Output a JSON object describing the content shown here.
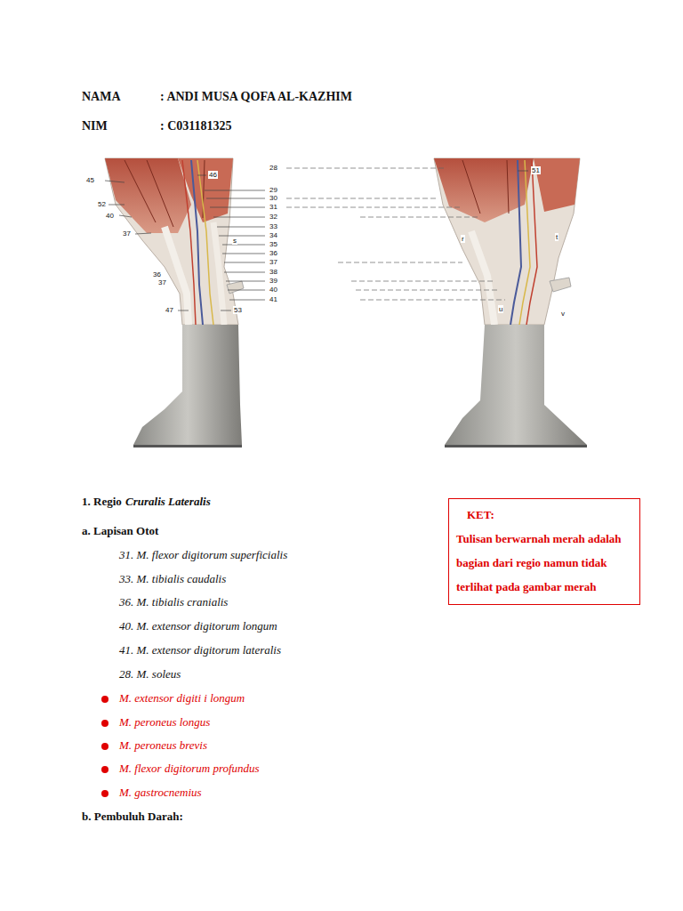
{
  "diagram": {
    "nodes": [
      {
        "text": [
          "KET:",
          "Tulisan berwarnah merah adalah bagian dari regio namun tidak terlihat pada gambar merah"
        ]
      }
    ],
    "labels": [
      "NAMA",
      ": ANDI MUSA QOFA AL-KAZHIM",
      "NIM",
      ": C031181325",
      "46",
      "45",
      "52",
      "40",
      "37",
      "s",
      "36",
      "37",
      "47",
      "53",
      "28",
      "29",
      "30",
      "31",
      "32",
      "33",
      "34",
      "35",
      "36",
      "37",
      "38",
      "39",
      "40",
      "41",
      "51",
      "r",
      "t",
      "u",
      "v",
      "1. Regio",
      "Cruralis Lateralis",
      "a. Lapisan Otot",
      "31. M. flexor digitorum superficialis",
      "33. M. tibialis caudalis",
      "36. M. tibialis cranialis",
      "40. M. extensor digitorum longum",
      "41. M. extensor digitorum lateralis",
      "28. M. soleus",
      "M. extensor digiti i longum",
      "M. peroneus longus",
      "M. peroneus brevis",
      "M. flexor digitorum profundus",
      "M. gastrocnemius",
      "b. Pembuluh Darah:"
    ]
  }
}
